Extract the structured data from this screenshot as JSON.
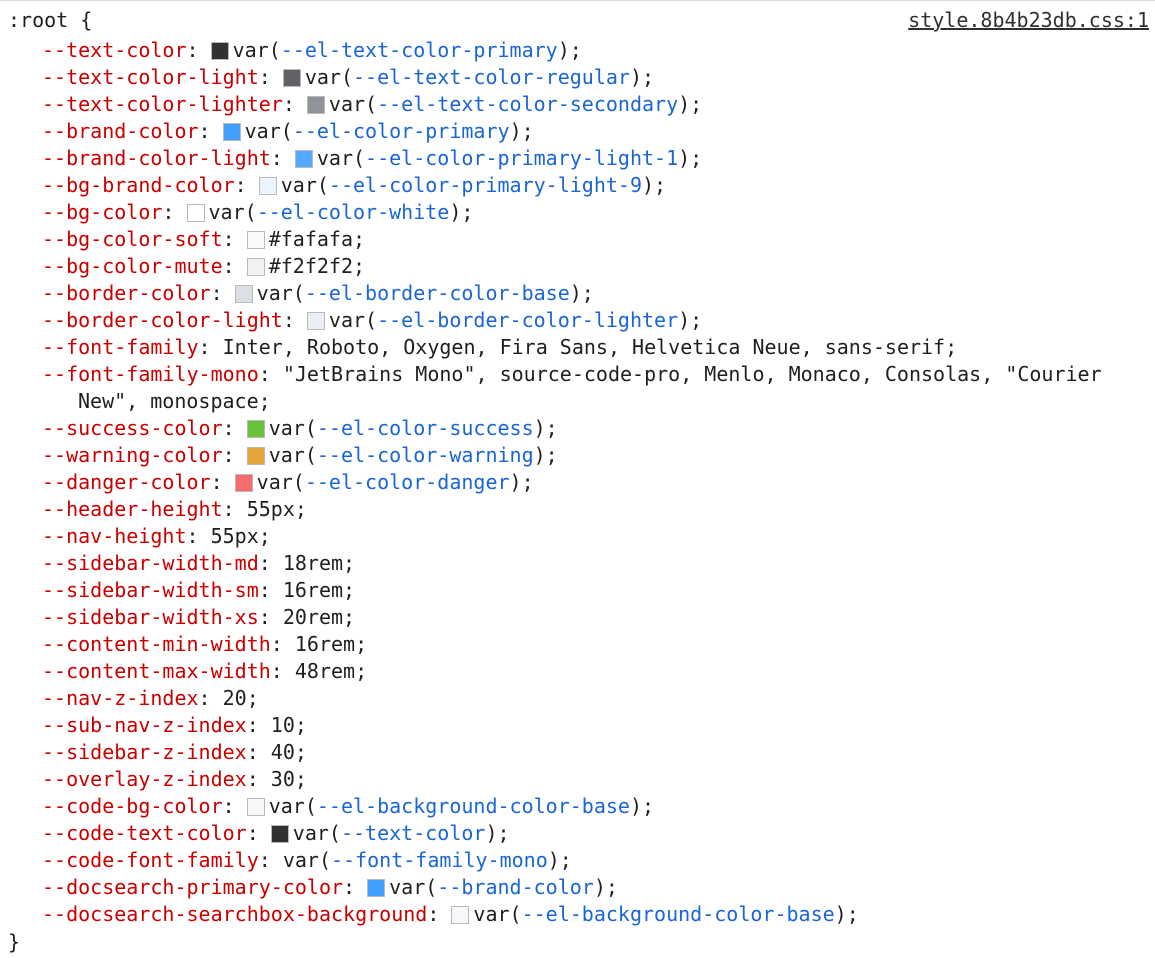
{
  "selector": ":root {",
  "source": "style.8b4b23db.css:1",
  "closing": "}",
  "declarations": [
    {
      "prop": "--text-color",
      "swatch": "#303133",
      "fn": "var(",
      "ref": "--el-text-color-primary",
      "end": ");"
    },
    {
      "prop": "--text-color-light",
      "swatch": "#606266",
      "fn": "var(",
      "ref": "--el-text-color-regular",
      "end": ");"
    },
    {
      "prop": "--text-color-lighter",
      "swatch": "#909399",
      "fn": "var(",
      "ref": "--el-text-color-secondary",
      "end": ");"
    },
    {
      "prop": "--brand-color",
      "swatch": "#409eff",
      "fn": "var(",
      "ref": "--el-color-primary",
      "end": ");"
    },
    {
      "prop": "--brand-color-light",
      "swatch": "#53a8ff",
      "fn": "var(",
      "ref": "--el-color-primary-light-1",
      "end": ");"
    },
    {
      "prop": "--bg-brand-color",
      "swatch": "#ecf5ff",
      "fn": "var(",
      "ref": "--el-color-primary-light-9",
      "end": ");"
    },
    {
      "prop": "--bg-color",
      "swatch": "#ffffff",
      "fn": "var(",
      "ref": "--el-color-white",
      "end": ");"
    },
    {
      "prop": "--bg-color-soft",
      "swatch": "#fafafa",
      "value": "#fafafa;"
    },
    {
      "prop": "--bg-color-mute",
      "swatch": "#f2f2f2",
      "value": "#f2f2f2;"
    },
    {
      "prop": "--border-color",
      "swatch": "#dcdfe6",
      "fn": "var(",
      "ref": "--el-border-color-base",
      "end": ");"
    },
    {
      "prop": "--border-color-light",
      "swatch": "#ebeef5",
      "fn": "var(",
      "ref": "--el-border-color-lighter",
      "end": ");"
    },
    {
      "prop": "--font-family",
      "value": "Inter, Roboto, Oxygen, Fira Sans, Helvetica Neue, sans-serif;"
    },
    {
      "prop": "--font-family-mono",
      "value": "\"JetBrains Mono\", source-code-pro, Menlo, Monaco, Consolas, \"Courier",
      "value_cont": "New\", monospace;"
    },
    {
      "prop": "--success-color",
      "swatch": "#67c23a",
      "fn": "var(",
      "ref": "--el-color-success",
      "end": ");"
    },
    {
      "prop": "--warning-color",
      "swatch": "#e6a23c",
      "fn": "var(",
      "ref": "--el-color-warning",
      "end": ");"
    },
    {
      "prop": "--danger-color",
      "swatch": "#f56c6c",
      "fn": "var(",
      "ref": "--el-color-danger",
      "end": ");"
    },
    {
      "prop": "--header-height",
      "value": "55px;"
    },
    {
      "prop": "--nav-height",
      "value": "55px;"
    },
    {
      "prop": "--sidebar-width-md",
      "value": "18rem;"
    },
    {
      "prop": "--sidebar-width-sm",
      "value": "16rem;"
    },
    {
      "prop": "--sidebar-width-xs",
      "value": "20rem;"
    },
    {
      "prop": "--content-min-width",
      "value": "16rem;"
    },
    {
      "prop": "--content-max-width",
      "value": "48rem;"
    },
    {
      "prop": "--nav-z-index",
      "value": "20;"
    },
    {
      "prop": "--sub-nav-z-index",
      "value": "10;"
    },
    {
      "prop": "--sidebar-z-index",
      "value": "40;"
    },
    {
      "prop": "--overlay-z-index",
      "value": "30;"
    },
    {
      "prop": "--code-bg-color",
      "swatch": "#f5f7fa",
      "fn": "var(",
      "ref": "--el-background-color-base",
      "end": ");"
    },
    {
      "prop": "--code-text-color",
      "swatch": "#303133",
      "fn": "var(",
      "ref": "--text-color",
      "end": ");"
    },
    {
      "prop": "--code-font-family",
      "fn": "var(",
      "ref": "--font-family-mono",
      "end": ");"
    },
    {
      "prop": "--docsearch-primary-color",
      "swatch": "#409eff",
      "fn": "var(",
      "ref": "--brand-color",
      "end": ");"
    },
    {
      "prop": "--docsearch-searchbox-background",
      "swatch": "#f5f7fa",
      "fn": "var(",
      "ref": "--el-background-color-base",
      "end": ");"
    }
  ]
}
